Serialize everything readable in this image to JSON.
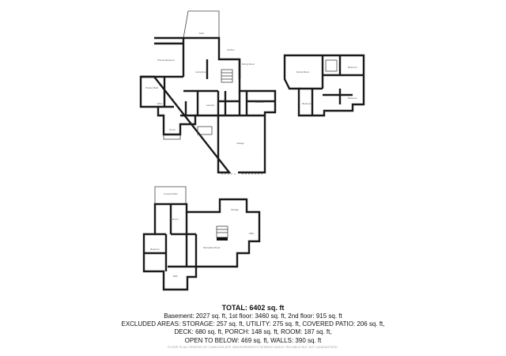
{
  "plan": {
    "rooms": {
      "deck": {
        "name": "Deck",
        "dims": ""
      },
      "living": {
        "name": "Living Room",
        "dims": ""
      },
      "primary_bedroom": {
        "name": "Primary Bedroom",
        "dims": ""
      },
      "kitchen": {
        "name": "Kitchen",
        "dims": ""
      },
      "dining": {
        "name": "Dining Room",
        "dims": ""
      },
      "office": {
        "name": "Office",
        "dims": ""
      },
      "primary_bath": {
        "name": "Primary Bath",
        "dims": ""
      },
      "laundry": {
        "name": "Laundry",
        "dims": ""
      },
      "mudroom": {
        "name": "Mudroom",
        "dims": ""
      },
      "porch": {
        "name": "Porch",
        "dims": ""
      },
      "garage": {
        "name": "Garage",
        "dims": ""
      },
      "family_room": {
        "name": "Family Room",
        "dims": ""
      },
      "bedroom_a": {
        "name": "Bedroom",
        "dims": ""
      },
      "bedroom_b": {
        "name": "Bedroom",
        "dims": ""
      },
      "bedroom_c": {
        "name": "Bedroom",
        "dims": ""
      },
      "covered_patio": {
        "name": "Covered Patio",
        "dims": ""
      },
      "rec_room": {
        "name": "Recreation Room",
        "dims": ""
      },
      "bedroom_d": {
        "name": "Bedroom",
        "dims": ""
      },
      "bedroom_e": {
        "name": "Bedroom",
        "dims": ""
      },
      "storage": {
        "name": "Storage",
        "dims": ""
      },
      "utility": {
        "name": "Utility",
        "dims": ""
      },
      "bath": {
        "name": "Bath",
        "dims": ""
      }
    }
  },
  "summary": {
    "total": "TOTAL: 6402 sq. ft",
    "line1": "Basement: 2027 sq. ft, 1st floor: 3460 sq. ft, 2nd floor: 915 sq. ft",
    "line2": "EXCLUDED AREAS: STORAGE: 257 sq. ft, UTILITY: 275 sq. ft, COVERED PATIO: 206 sq. ft,",
    "line3": "DECK: 680 sq. ft, PORCH: 148 sq. ft, ROOM: 187 sq. ft,",
    "line4": "OPEN TO BELOW: 469 sq. ft, WALLS: 390 sq. ft",
    "fineprint": "FLOOR PLAN CREATED BY CUBICASA APP. MEASUREMENTS DEEMED HIGHLY RELIABLE BUT NOT GUARANTEED."
  }
}
